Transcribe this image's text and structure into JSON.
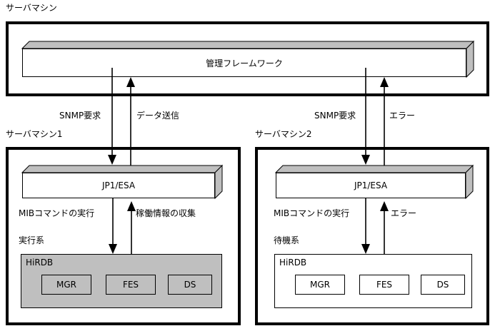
{
  "diagram": {
    "title_top": "サーバマシン",
    "machines": [
      {
        "caption": "サーバマシン",
        "framework_label": "管理フレームワーク"
      },
      {
        "caption": "サーバマシン1",
        "agent_label": "JP1/ESA",
        "system_state": "実行系",
        "db_title": "HiRDB",
        "processes": [
          "MGR",
          "FES",
          "DS"
        ]
      },
      {
        "caption": "サーバマシン2",
        "agent_label": "JP1/ESA",
        "system_state": "待機系",
        "db_title": "HiRDB",
        "processes": [
          "MGR",
          "FES",
          "DS"
        ]
      }
    ],
    "flows": {
      "left_top_down": "SNMP要求",
      "left_top_up": "データ送信",
      "right_top_down": "SNMP要求",
      "right_top_up": "エラー",
      "left_mid_down": "MIBコマンドの実行",
      "left_mid_up": "稼働情報の収集",
      "right_mid_down": "MIBコマンドの実行",
      "right_mid_up": "エラー"
    },
    "colors": {
      "line": "#000000",
      "slab_top": "#bfbfbf",
      "slab_side": "#bfbfbf",
      "active_fill": "#bfbfbf",
      "standby_fill": "#ffffff",
      "background": "#ffffff"
    }
  }
}
